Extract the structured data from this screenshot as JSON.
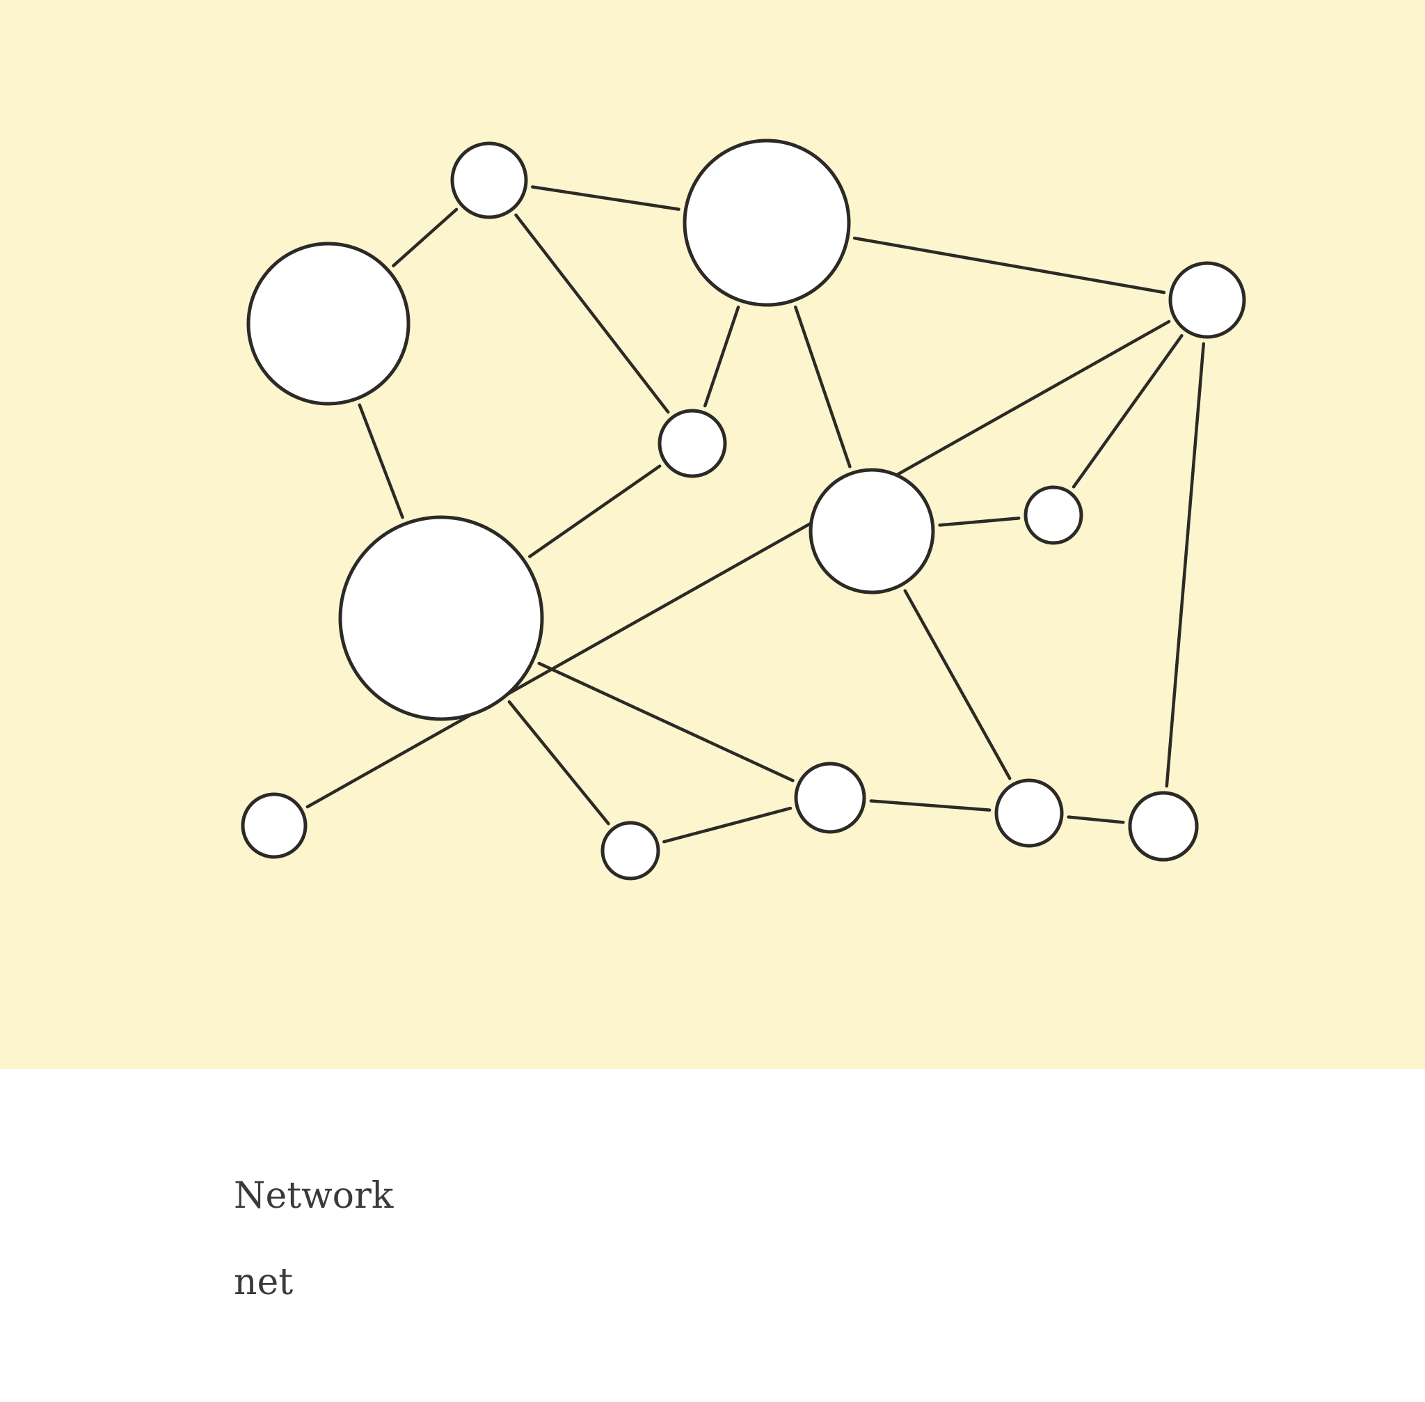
{
  "card": {
    "background_color": "#fdf5ce",
    "stroke_color": "#2b2a26",
    "node_fill": "#ffffff"
  },
  "labels": {
    "title": "Network",
    "subtitle": "net"
  },
  "graph": {
    "nodes": [
      {
        "id": "n1"
      },
      {
        "id": "n2"
      },
      {
        "id": "n3"
      },
      {
        "id": "n4"
      },
      {
        "id": "n5"
      },
      {
        "id": "n6"
      },
      {
        "id": "n7"
      },
      {
        "id": "n8"
      },
      {
        "id": "n9"
      },
      {
        "id": "n10"
      },
      {
        "id": "n11"
      },
      {
        "id": "n12"
      },
      {
        "id": "n13"
      },
      {
        "id": "n14"
      }
    ],
    "edges": [
      [
        "n1",
        "n2"
      ],
      [
        "n1",
        "n3"
      ],
      [
        "n1",
        "n5"
      ],
      [
        "n2",
        "n5"
      ],
      [
        "n2",
        "n6"
      ],
      [
        "n2",
        "n8"
      ],
      [
        "n3",
        "n4"
      ],
      [
        "n4",
        "n5"
      ],
      [
        "n4",
        "n10"
      ],
      [
        "n4",
        "n11"
      ],
      [
        "n6",
        "n7"
      ],
      [
        "n6",
        "n12"
      ],
      [
        "n7",
        "n8"
      ],
      [
        "n8",
        "n9"
      ],
      [
        "n8",
        "n14"
      ],
      [
        "n10",
        "n11"
      ],
      [
        "n11",
        "n12"
      ],
      [
        "n12",
        "n13"
      ],
      [
        "n13",
        "n14"
      ]
    ]
  }
}
